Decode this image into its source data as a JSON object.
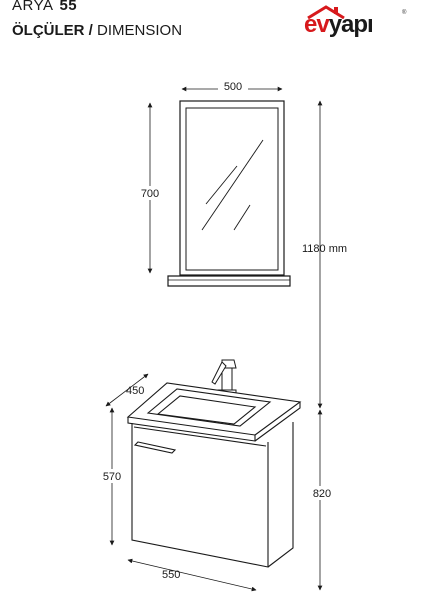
{
  "header": {
    "model_name": "ARYA",
    "model_number": "55",
    "dimension_label_bold": "ÖLÇÜLER /",
    "dimension_label": "DIMENSION"
  },
  "logo": {
    "part_red": "ev",
    "part_dark": "yapı",
    "registered": "®",
    "icon": "house-roof-icon",
    "color_red": "#d7191c",
    "color_dark": "#1a1a1a"
  },
  "dimensions": {
    "mirror_width": "500",
    "mirror_height": "700",
    "total_height": "1180 mm",
    "cabinet_depth": "450",
    "cabinet_height": "570",
    "cabinet_width": "550",
    "total_cabinet_height": "820"
  }
}
